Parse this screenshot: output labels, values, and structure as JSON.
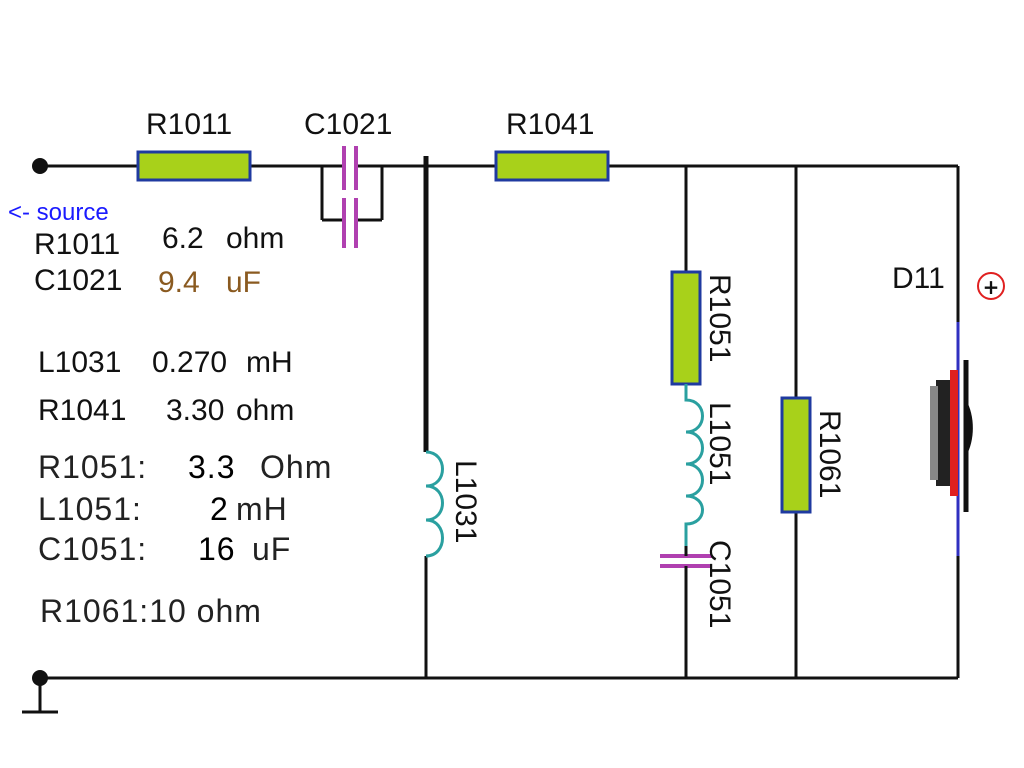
{
  "source_label": "<- source",
  "components": {
    "r1011": "R1011",
    "c1021": "C1021",
    "r1041": "R1041",
    "l1031": "L1031",
    "r1051": "R1051",
    "l1051": "L1051",
    "c1051": "C1051",
    "r1061": "R1061",
    "d11": "D11",
    "polarity": "+"
  },
  "values": [
    {
      "name": "R1011",
      "value": "6.2",
      "unit": "ohm"
    },
    {
      "name": "C1021",
      "value": "9.4",
      "unit": "uF"
    },
    {
      "name": "L1031",
      "value": "0.270",
      "unit": "mH"
    },
    {
      "name": "R1041",
      "value": "3.30",
      "unit": "ohm"
    },
    {
      "name": "R1051:",
      "value": "3.3",
      "unit": "Ohm"
    },
    {
      "name": "L1051:",
      "value": "2",
      "unit": "mH"
    },
    {
      "name": "C1051:",
      "value": "16",
      "unit": "uF"
    },
    {
      "name": "R1061:10 ohm"
    }
  ],
  "colors": {
    "resistor_fill": "#a8d11a",
    "resistor_outline": "#1f3aa0",
    "capacitor": "#b040b0",
    "inductor": "#2aa0a0",
    "wire": "#111111",
    "source_text": "#1a1aff",
    "speaker_red": "#e02020"
  }
}
